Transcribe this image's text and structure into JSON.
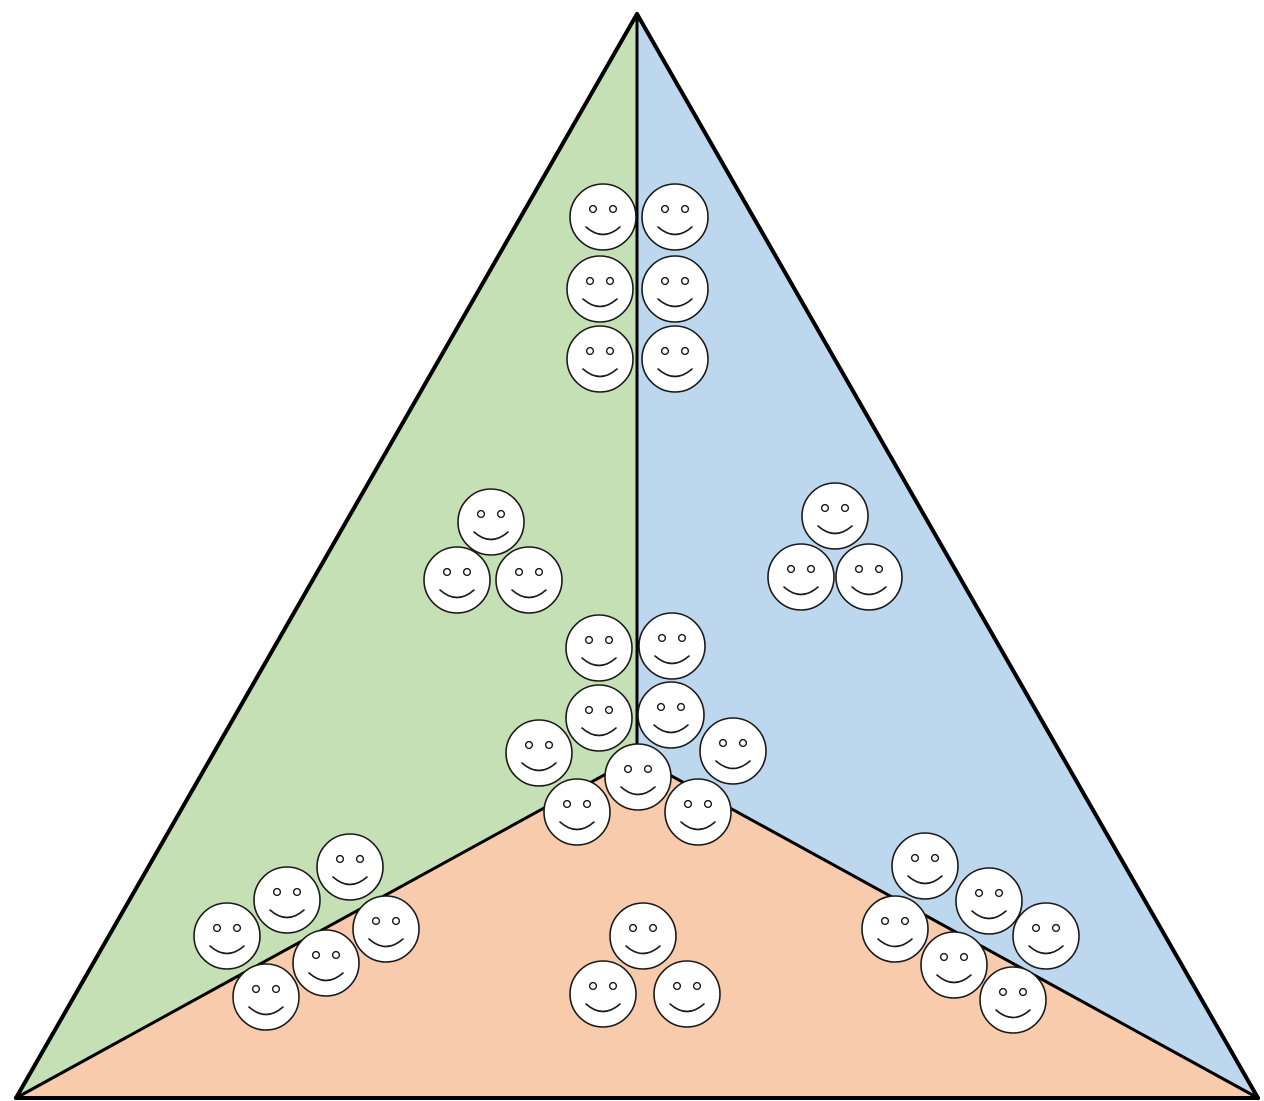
{
  "diagram": {
    "type": "triangle-partition",
    "regions": [
      {
        "id": "left",
        "fill": "#c5e0b4"
      },
      {
        "id": "right",
        "fill": "#bdd7ee"
      },
      {
        "id": "bottom",
        "fill": "#f8cbad"
      }
    ],
    "outline_color": "#000000",
    "face_icon": "smiley-face-icon",
    "face_groups": [
      {
        "id": "apex-left-column",
        "region": "left",
        "count": 3
      },
      {
        "id": "apex-right-column",
        "region": "right",
        "count": 3
      },
      {
        "id": "left-cluster",
        "region": "left",
        "count": 3
      },
      {
        "id": "right-cluster",
        "region": "right",
        "count": 3
      },
      {
        "id": "center-left-column",
        "region": "left",
        "count": 2
      },
      {
        "id": "center-right-column",
        "region": "right",
        "count": 2
      },
      {
        "id": "center-junction-cluster",
        "region": "junction",
        "count": 5
      },
      {
        "id": "bottom-left-edge-cluster",
        "region": "left-bottom-boundary",
        "count": 6
      },
      {
        "id": "bottom-right-edge-cluster",
        "region": "right-bottom-boundary",
        "count": 6
      },
      {
        "id": "bottom-cluster",
        "region": "bottom",
        "count": 3
      }
    ],
    "total_faces": 36
  }
}
